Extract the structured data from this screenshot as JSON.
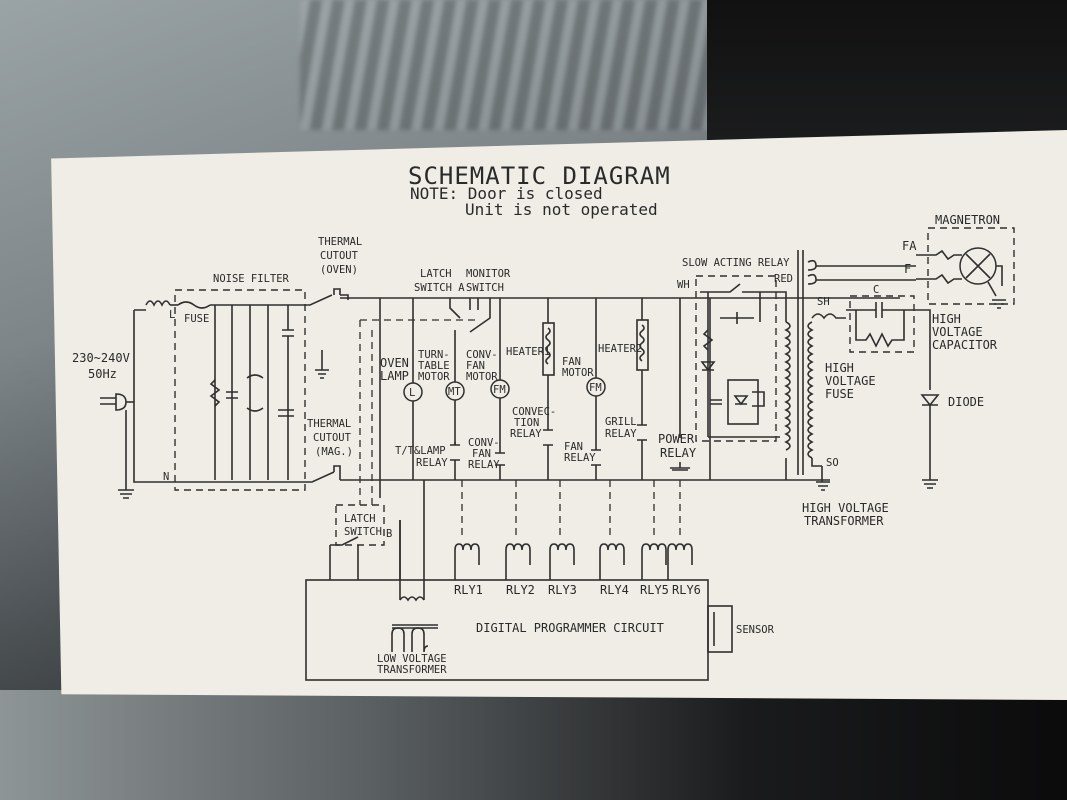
{
  "title": "SCHEMATIC  DIAGRAM",
  "note_line1": "NOTE: Door is closed",
  "note_line2": "Unit is not operated",
  "supply": {
    "voltage": "230~240V",
    "freq": "50Hz",
    "l": "L",
    "n": "N"
  },
  "fuse": "FUSE",
  "noise_filter": "NOISE FILTER",
  "thermal_oven": [
    "THERMAL",
    "CUTOUT",
    "(OVEN)"
  ],
  "thermal_mag": [
    "THERMAL",
    "CUTOUT",
    "(MAG.)"
  ],
  "latch_a": [
    "LATCH",
    "SWITCH A"
  ],
  "monitor_switch": [
    "MONITOR",
    "SWITCH"
  ],
  "latch_b": [
    "LATCH",
    "SWITCH",
    "B"
  ],
  "oven_lamp": [
    "OVEN",
    "LAMP"
  ],
  "turntable_motor": [
    "TURN-",
    "TABLE",
    "MOTOR"
  ],
  "conv_fan_motor": [
    "CONV-",
    "FAN",
    "MOTOR"
  ],
  "heater1": "HEATER1",
  "fan_motor": [
    "FAN",
    "MOTOR"
  ],
  "heater2": "HEATER2",
  "symbols": {
    "lamp": "L",
    "mt": "MT",
    "fm1": "FM",
    "fm2": "FM"
  },
  "tt_lamp_relay": [
    "T/T&LAMP",
    "RELAY"
  ],
  "conv_fan_relay": [
    "CONV-",
    "FAN",
    "RELAY"
  ],
  "convection_relay": [
    "CONVEC-",
    "TION",
    "RELAY"
  ],
  "fan_relay": [
    "FAN",
    "RELAY"
  ],
  "grill_relay": [
    "GRILL",
    "RELAY"
  ],
  "power_relay": [
    "POWER",
    "RELAY"
  ],
  "slow_acting_relay": "SLOW ACTING RELAY",
  "wh": "WH",
  "red": "RED",
  "hv_fuse": [
    "HIGH",
    "VOLTAGE",
    "FUSE"
  ],
  "hv_transformer": [
    "HIGH VOLTAGE",
    "TRANSFORMER"
  ],
  "sh": "SH",
  "so": "SO",
  "capacitor_c": "C",
  "hv_capacitor": [
    "HIGH",
    "VOLTAGE",
    "CAPACITOR"
  ],
  "magnetron": "MAGNETRON",
  "fa": "FA",
  "f": "F",
  "diode": "DIODE",
  "relays": [
    "RLY1",
    "RLY2",
    "RLY3",
    "RLY4",
    "RLY5",
    "RLY6"
  ],
  "programmer": "DIGITAL   PROGRAMMER CIRCUIT",
  "sensor": "SENSOR",
  "lv_transformer": [
    "LOW VOLTAGE",
    "TRANSFORMER"
  ]
}
